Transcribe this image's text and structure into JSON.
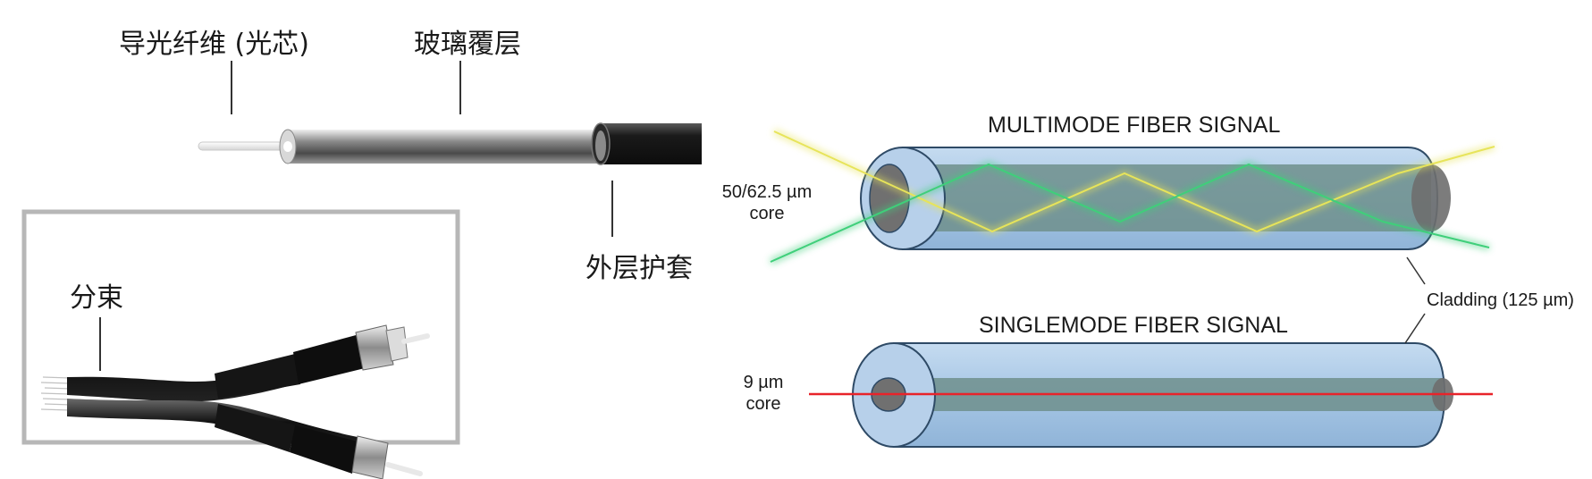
{
  "left_diagram": {
    "label_core": "导光纤维 (光芯)",
    "label_glass": "玻璃覆层",
    "label_jacket": "外层护套",
    "label_bundle": "分束"
  },
  "right_diagram": {
    "multimode_title": "MULTIMODE FIBER SIGNAL",
    "multimode_core_size": "50/62.5 µm",
    "multimode_core_word": "core",
    "singlemode_title": "SINGLEMODE FIBER SIGNAL",
    "singlemode_core_size": "9 µm",
    "singlemode_core_word": "core",
    "cladding_label": "Cladding (125 µm)"
  },
  "colors": {
    "cladding_fill": "#a9c8e6",
    "core_fill": "#6f8f8c",
    "multimode_ray_1": "#e7e45a",
    "multimode_ray_2": "#3fcf7a",
    "singlemode_ray": "#e8232a"
  }
}
